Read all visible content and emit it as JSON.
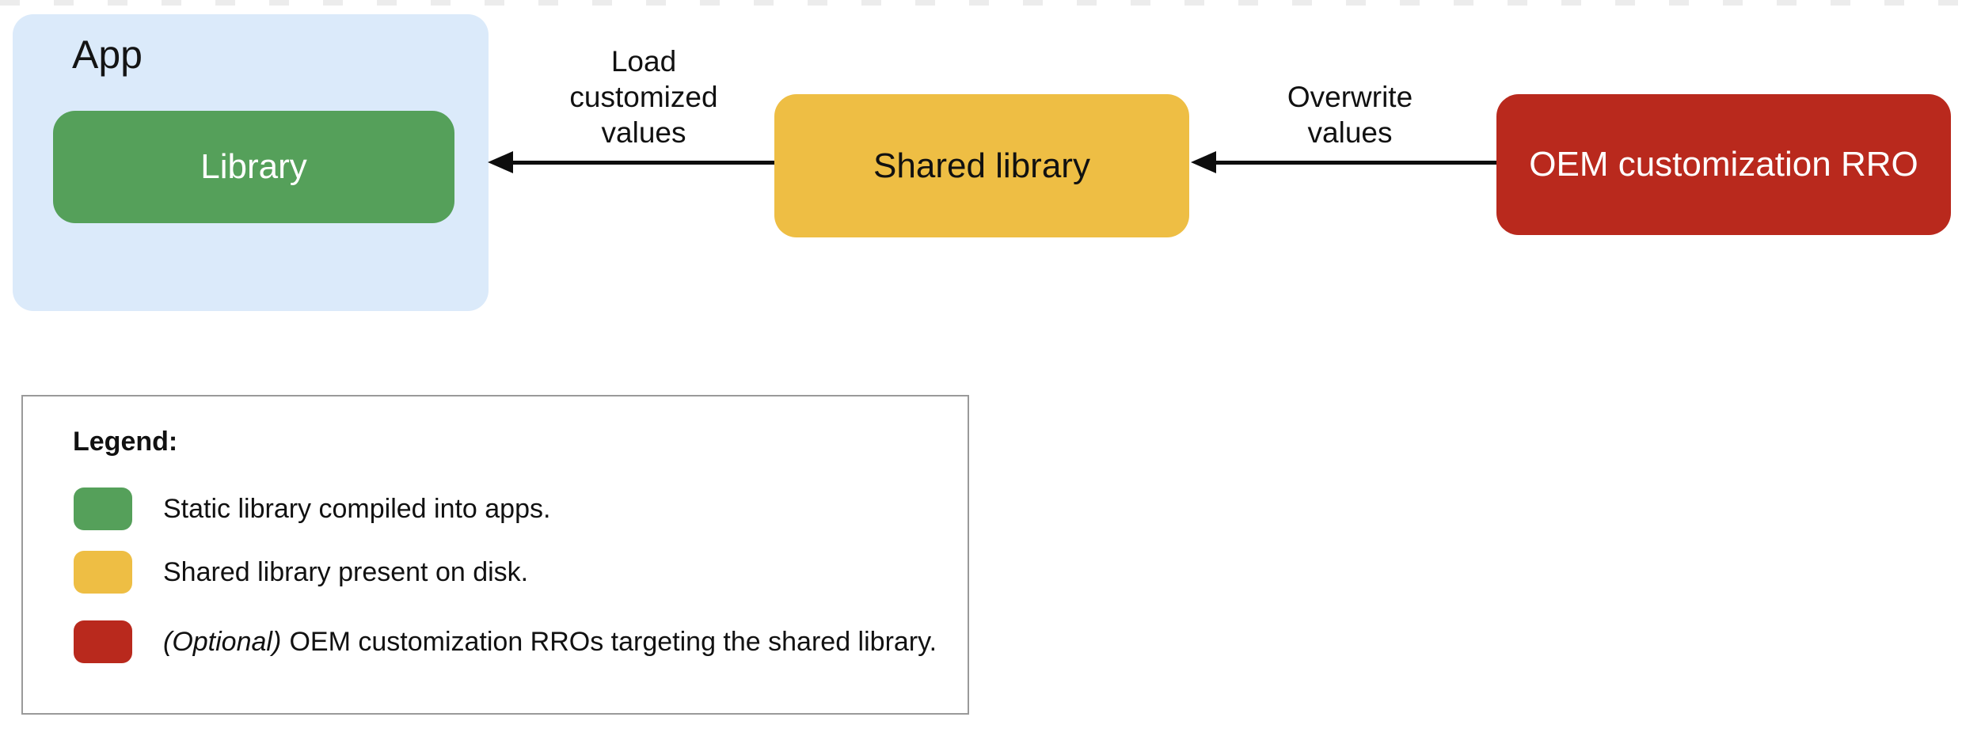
{
  "diagram": {
    "app": {
      "label": "App",
      "library": {
        "label": "Library",
        "color": "#55a05a"
      },
      "color": "#dbeafa"
    },
    "shared_library": {
      "label": "Shared library",
      "color": "#eebe44"
    },
    "oem": {
      "label": "OEM customization RRO",
      "color": "#b9291d"
    },
    "arrows": [
      {
        "label": "Load customized values",
        "from": "Shared library",
        "to": "Library"
      },
      {
        "label": "Overwrite values",
        "from": "OEM customization RRO",
        "to": "Shared library"
      }
    ]
  },
  "legend": {
    "title": "Legend:",
    "items": [
      {
        "color": "#55a05a",
        "prefix": "",
        "text": "Static library compiled into apps."
      },
      {
        "color": "#eebe44",
        "prefix": "",
        "text": "Shared library present on disk."
      },
      {
        "color": "#b9291d",
        "prefix": "(Optional)",
        "text": "OEM customization RROs targeting the shared library."
      }
    ]
  },
  "colors": {
    "app_background": "#dbeafa",
    "green": "#55a05a",
    "yellow": "#eebe44",
    "red": "#b9291d",
    "arrow": "#0d0d0d",
    "dash_strip": "#ececec",
    "legend_border": "#9a9a9a"
  }
}
